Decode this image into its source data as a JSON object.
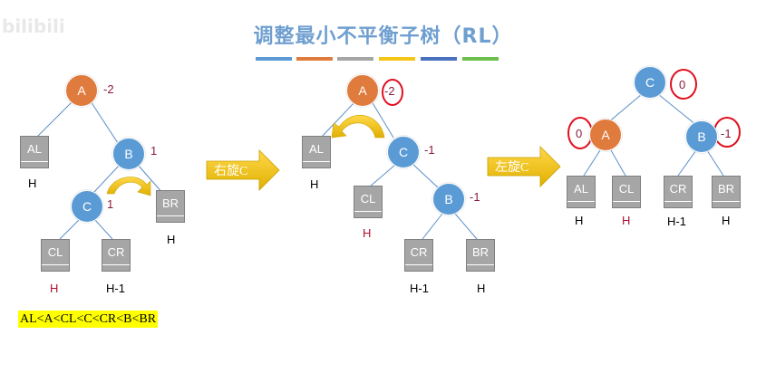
{
  "title": "调整最小不平衡子树（RL）",
  "watermark": "bilibili",
  "color_bars": [
    "#5b9bd5",
    "#e07b3e",
    "#a5a5a5",
    "#f5c518",
    "#4a70c0",
    "#6dbf4b"
  ],
  "arrows": {
    "step1": "右旋C",
    "step2": "左旋C"
  },
  "formula": "AL<A<CL<C<CR<B<BR",
  "tree1": {
    "A": {
      "label": "A",
      "bf": "-2"
    },
    "B": {
      "label": "B",
      "bf": "1"
    },
    "C": {
      "label": "C",
      "bf": "1"
    },
    "AL": {
      "label": "AL",
      "height": "H"
    },
    "BR": {
      "label": "BR",
      "height": "H"
    },
    "CL": {
      "label": "CL",
      "height": "H"
    },
    "CR": {
      "label": "CR",
      "height": "H-1"
    }
  },
  "tree2": {
    "A": {
      "label": "A",
      "bf": "-2"
    },
    "C": {
      "label": "C",
      "bf": "-1"
    },
    "B": {
      "label": "B",
      "bf": "-1"
    },
    "AL": {
      "label": "AL",
      "height": "H"
    },
    "CL": {
      "label": "CL",
      "height": "H"
    },
    "CR": {
      "label": "CR",
      "height": "H-1"
    },
    "BR": {
      "label": "BR",
      "height": "H"
    }
  },
  "tree3": {
    "C": {
      "label": "C",
      "bf": "0"
    },
    "A": {
      "label": "A",
      "bf": "0"
    },
    "B": {
      "label": "B",
      "bf": "-1"
    },
    "AL": {
      "label": "AL",
      "height": "H"
    },
    "CL": {
      "label": "CL",
      "height": "H"
    },
    "CR": {
      "label": "CR",
      "height": "H-1"
    },
    "BR": {
      "label": "BR",
      "height": "H"
    }
  }
}
